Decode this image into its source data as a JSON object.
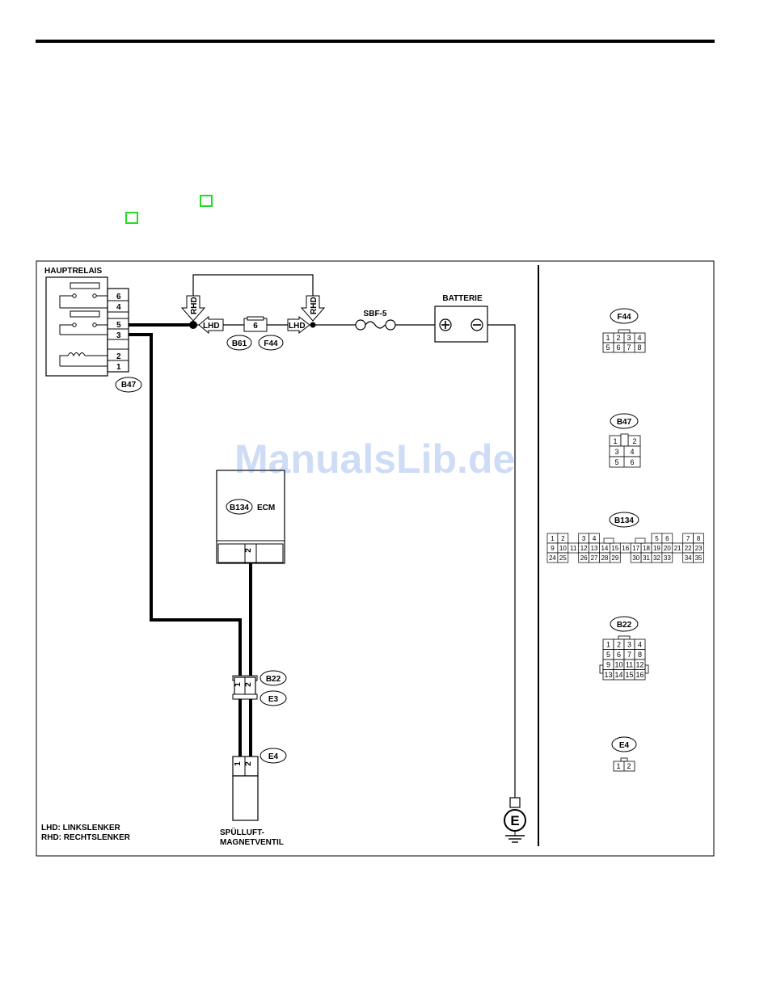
{
  "diagram": {
    "main_relay": "HAUPTRELAIS",
    "battery": "BATTERIE",
    "fuse": "SBF-5",
    "ecm": "ECM",
    "valve_line1": "SPÜLLUFT-",
    "valve_line2": "MAGNETVENTIL",
    "legend_lhd": "LHD: LINKSLENKER",
    "legend_rhd": "RHD: RECHTSLENKER",
    "lhd": "LHD",
    "rhd": "RHD",
    "ground": "E",
    "plus": "+",
    "minus": "−",
    "relay_pins": [
      "6",
      "4",
      "5",
      "3",
      "2",
      "1"
    ],
    "inline_pin": "6",
    "ecm_pin": "2",
    "conn_pins": [
      "1",
      "2"
    ],
    "connectors": {
      "b47": "B47",
      "b61": "B61",
      "f44": "F44",
      "b134": "B134",
      "b22": "B22",
      "e3": "E3",
      "e4": "E4"
    }
  },
  "watermark": "ManualsLib.de",
  "connector_views": {
    "f44": {
      "label": "F44",
      "rows": [
        [
          "1",
          "2",
          "3",
          "4"
        ],
        [
          "5",
          "6",
          "7",
          "8"
        ]
      ]
    },
    "b47": {
      "label": "B47",
      "rows": [
        [
          "1",
          "2"
        ],
        [
          "3",
          "4"
        ],
        [
          "5",
          "6"
        ]
      ]
    },
    "b134": {
      "label": "B134",
      "row1": [
        "1",
        "2",
        "",
        "3",
        "4",
        "",
        "",
        "",
        "",
        "",
        "5",
        "6",
        "",
        "7",
        "8"
      ],
      "row2": [
        "9",
        "10",
        "11",
        "12",
        "13",
        "14",
        "15",
        "16",
        "17",
        "18",
        "19",
        "20",
        "21",
        "22",
        "23"
      ],
      "row3": [
        "24",
        "25",
        "",
        "26",
        "27",
        "28",
        "29",
        "",
        "30",
        "31",
        "32",
        "33",
        "",
        "34",
        "35"
      ]
    },
    "b22": {
      "label": "B22",
      "rows": [
        [
          "1",
          "2",
          "3",
          "4"
        ],
        [
          "5",
          "6",
          "7",
          "8"
        ],
        [
          "9",
          "10",
          "11",
          "12"
        ],
        [
          "13",
          "14",
          "15",
          "16"
        ]
      ]
    },
    "e4": {
      "label": "E4",
      "rows": [
        [
          "1",
          "2"
        ]
      ]
    }
  }
}
